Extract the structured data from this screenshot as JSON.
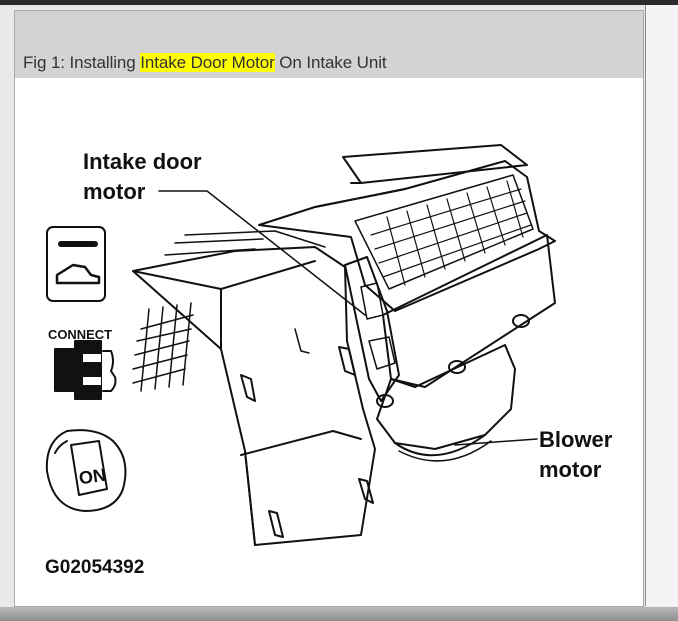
{
  "caption": {
    "prefix": "Fig 1: Installing ",
    "highlight": "Intake Door Motor",
    "suffix": " On Intake Unit"
  },
  "labels": {
    "intake_line1": "Intake door",
    "intake_line2": "motor",
    "blower_line1": "Blower",
    "blower_line2": "motor",
    "connect": "CONNECT",
    "switch_on": "ON",
    "figure_code": "G02054392"
  },
  "colors": {
    "highlight": "#ffff00",
    "caption_bar": "#d3d3d3",
    "ink": "#111111"
  }
}
